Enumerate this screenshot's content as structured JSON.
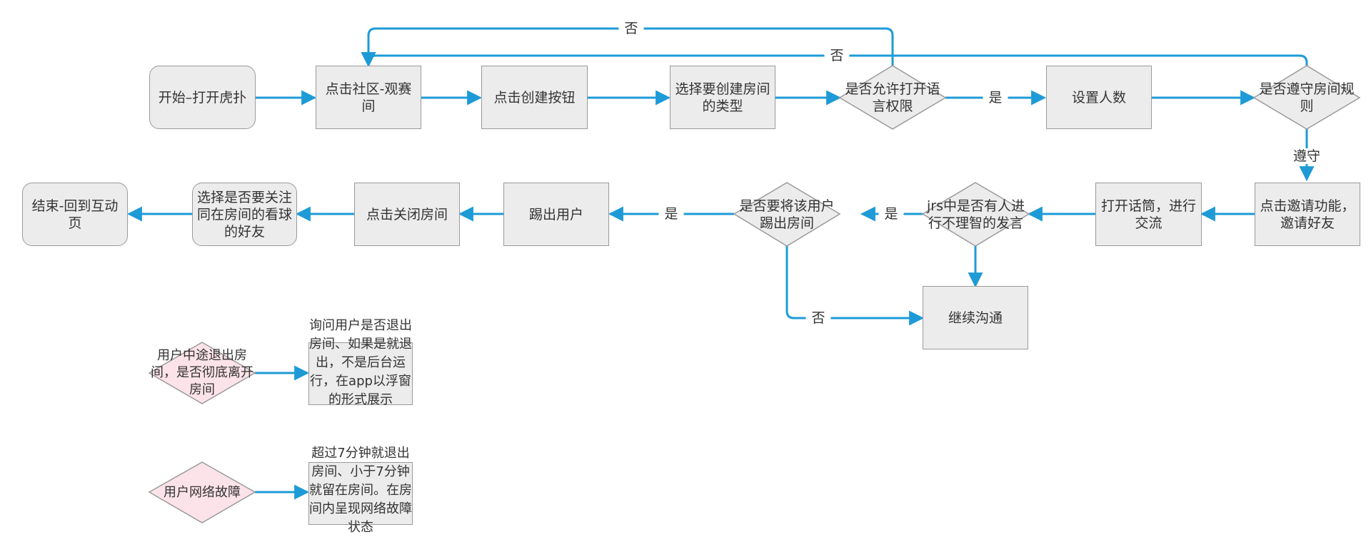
{
  "colors": {
    "edge": "#1e9bd7",
    "node_fill": "#ececec",
    "node_border": "#9a9a9a",
    "alert_fill": "#fce3ea"
  },
  "nodes": {
    "start": "开始–打开虎扑",
    "community": "点击社区-观赛间",
    "create_btn": "点击创建按钮",
    "room_type": "选择要创建房间的类型",
    "allow_voice": "是否允许打开语言权限",
    "set_people": "设置人数",
    "obey_rules": "是否遵守房间规则",
    "invite": "点击邀请功能，邀请好友",
    "mic": "打开话筒，进行交流",
    "irrational": "jrs中是否有人进行不理智的发言",
    "kick_decision": "是否要将该用户踢出房间",
    "kick": "踢出用户",
    "close_room": "点击关闭房间",
    "follow": "选择是否要关注同在房间的看球的好友",
    "end": "结束-回到互动页",
    "continue": "继续沟通"
  },
  "edge_labels": {
    "no_top": "否",
    "no_second": "否",
    "yes_voice": "是",
    "obey": "遵守",
    "yes_irrational": "是",
    "yes_kick": "是",
    "no_kick": "否"
  },
  "notes": {
    "exit_decision": "用户中途退出房间，是否彻底离开房间",
    "exit_note": "询问用户是否退出房间、如果是就退出，不是后台运行，在app以浮窗的形式展示",
    "network_decision": "用户网络故障",
    "network_note": "超过7分钟就退出房间、小于7分钟就留在房间。在房间内呈现网络故障状态"
  }
}
